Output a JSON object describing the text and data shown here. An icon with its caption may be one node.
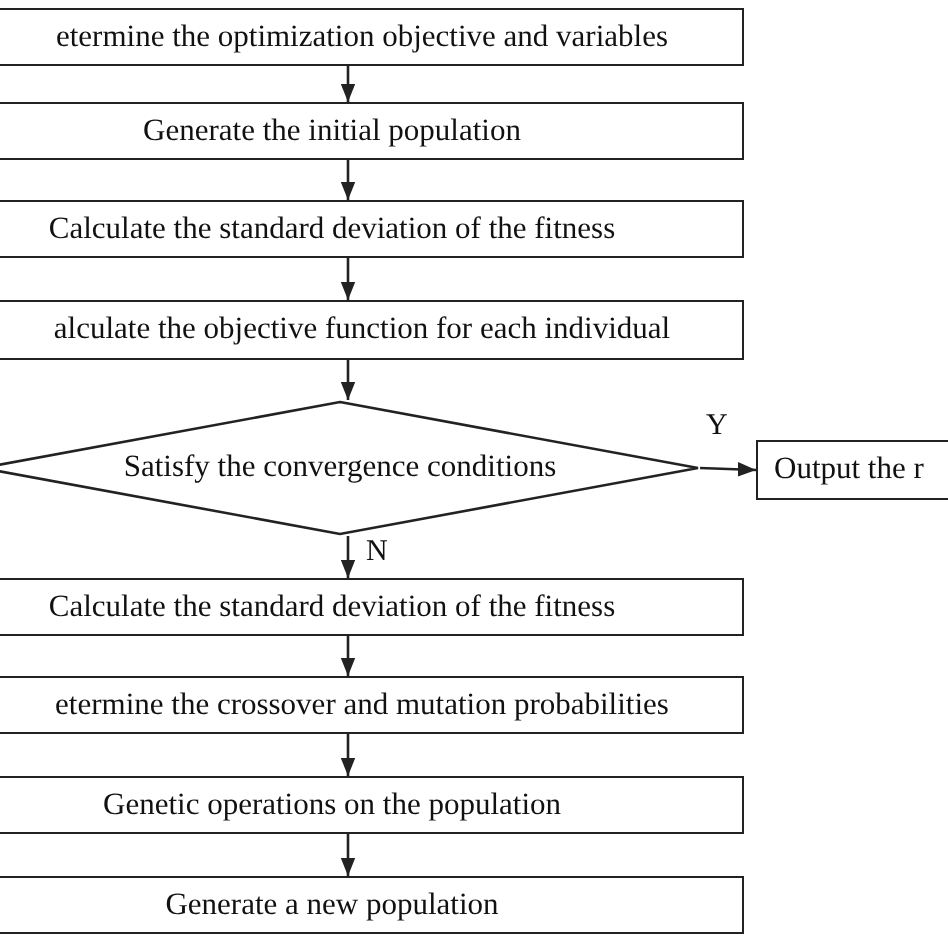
{
  "diagram": {
    "nodes": [
      {
        "text": [
          "etermine the optimization objective and variables"
        ]
      },
      {
        "text": [
          "Generate the initial population"
        ]
      },
      {
        "text": [
          "Calculate the standard deviation of the fitness"
        ]
      },
      {
        "text": [
          "alculate the objective function for each individual"
        ]
      },
      {
        "text": [
          "Satisfy the convergence conditions"
        ]
      },
      {
        "text": [
          "Output the r"
        ]
      },
      {
        "text": [
          "Calculate the standard deviation of the fitness"
        ]
      },
      {
        "text": [
          "etermine the crossover and mutation probabilities"
        ]
      },
      {
        "text": [
          "Genetic operations on the population"
        ]
      },
      {
        "text": [
          "Generate a new population"
        ]
      }
    ],
    "edges": [
      {
        "from": 0,
        "to": 1,
        "arrow": "to"
      },
      {
        "from": 1,
        "to": 2,
        "arrow": "to"
      },
      {
        "from": 2,
        "to": 3,
        "arrow": "to"
      },
      {
        "from": 3,
        "to": 4,
        "arrow": "to"
      },
      {
        "from": 4,
        "to": 5,
        "arrow": "to",
        "label": "Y"
      },
      {
        "from": 4,
        "to": 6,
        "arrow": "to",
        "label": "N"
      },
      {
        "from": 6,
        "to": 7,
        "arrow": "to"
      },
      {
        "from": 7,
        "to": 8,
        "arrow": "to"
      },
      {
        "from": 8,
        "to": 9,
        "arrow": "to"
      }
    ]
  }
}
